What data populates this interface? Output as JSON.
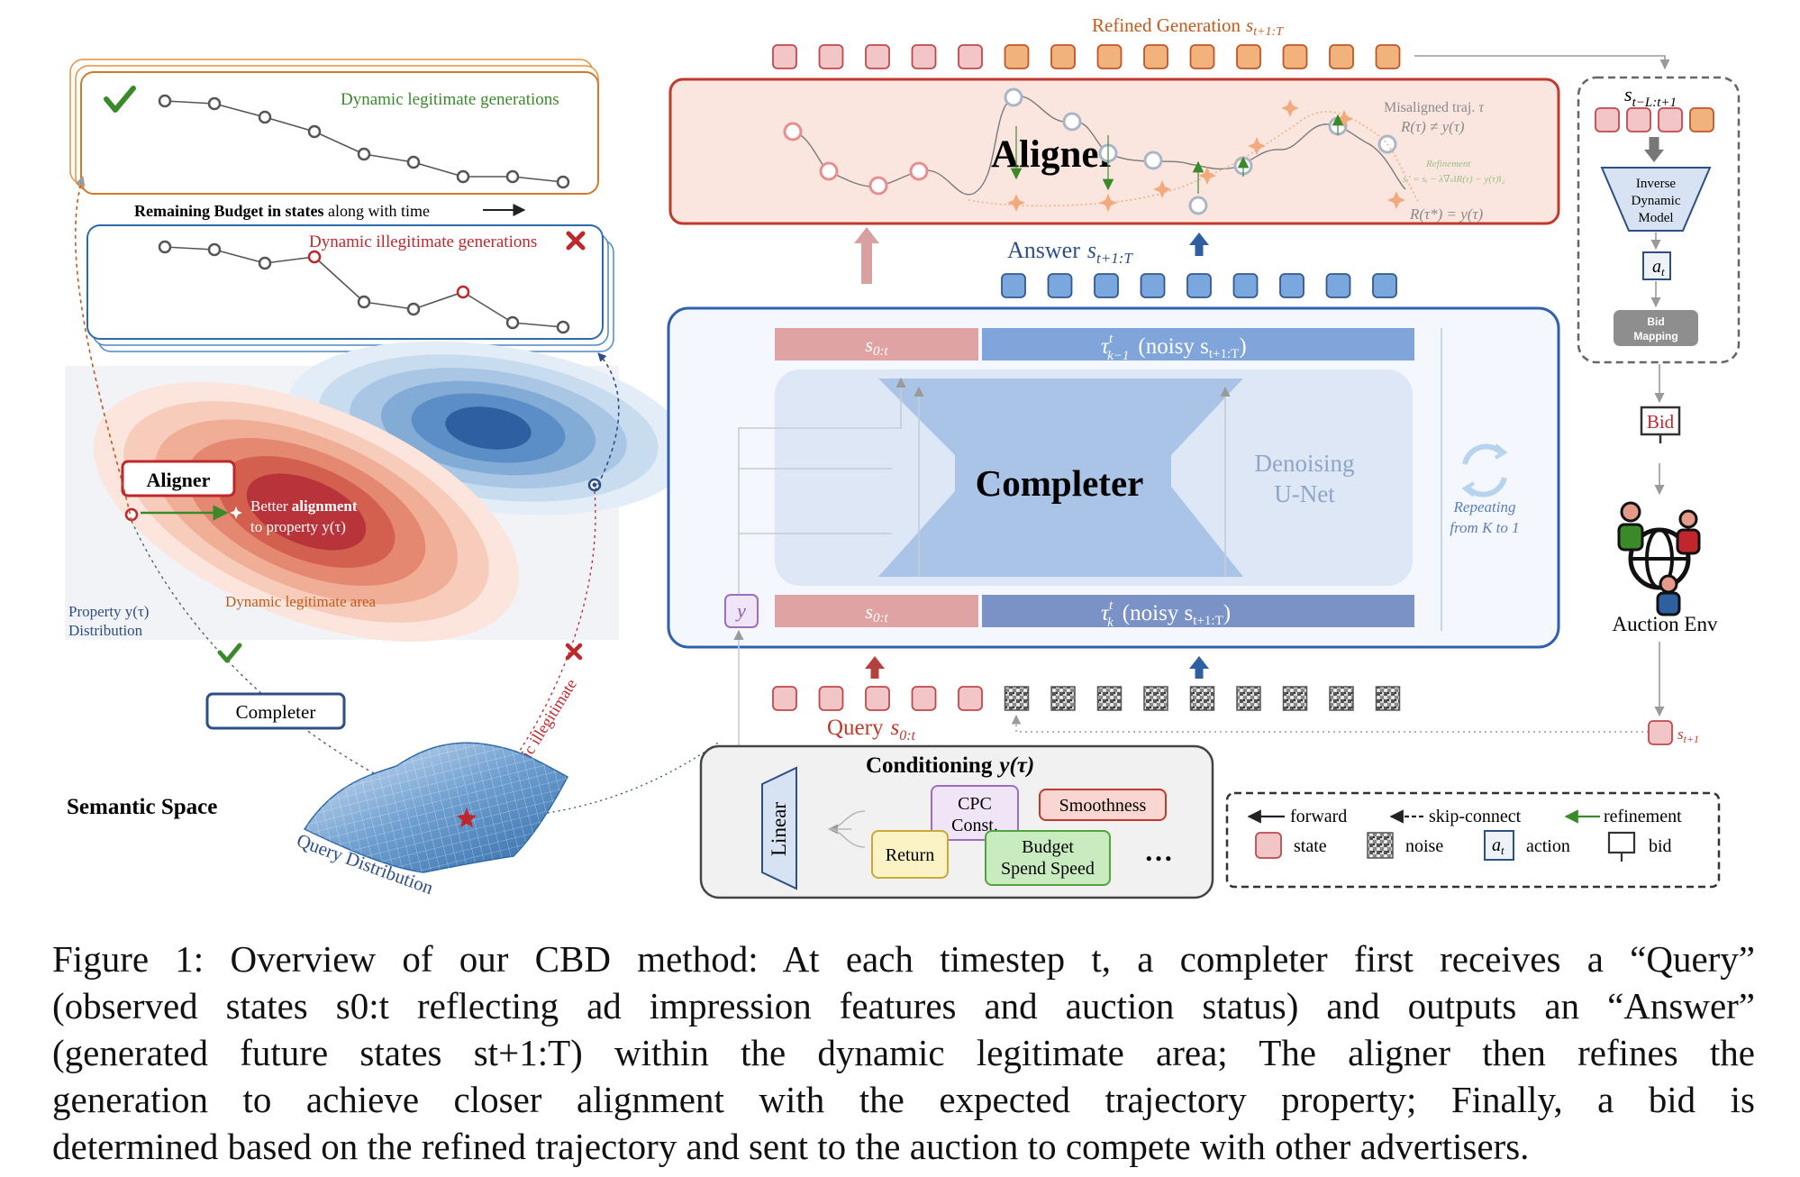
{
  "figure": {
    "refined_title": "Refined Generation",
    "refined_sub": "t+1:T",
    "refined_var": "s",
    "aligner_label": "Aligner",
    "misaligned_line": "Misaligned  traj.",
    "misaligned_tau": "τ",
    "misaligned_eq": "R(τ) ≠ y(τ)",
    "refinement_label": "Refinement",
    "refinement_eq": "sᵢ′ = sᵢ − λ∇ₛ‖R(τ) − y(τ)‖₂",
    "aligned_eq": "R(τ*) = y(τ)",
    "answer_label": "Answer",
    "answer_var": "s",
    "answer_sub": "t+1:T",
    "top_state_label": "s",
    "top_state_sub": "0:t",
    "top_noisy_label": "(noisy s",
    "top_noisy_sub": "t+1:T",
    "top_noisy_close": ")",
    "top_tau": "τ",
    "top_tau_sup": "t",
    "top_tau_sub": "k−1",
    "completer_label": "Completer",
    "unet_line1": "Denoising",
    "unet_line2": "U-Net",
    "repeat_line1": "Repeating",
    "repeat_line2": "from K to 1",
    "bottom_state_label": "s",
    "bottom_state_sub": "0:t",
    "bottom_tau": "τ",
    "bottom_tau_sup": "t",
    "bottom_tau_sub": "k",
    "bottom_noisy_label": "(noisy s",
    "bottom_noisy_sub": "t+1:T",
    "bottom_noisy_close": ")",
    "y_label": "y",
    "query_label": "Query",
    "query_var": "s",
    "query_sub": "0:t",
    "cond_title": "Conditioning",
    "cond_var": "y(τ)",
    "linear_label": "Linear",
    "cpc_line1": "CPC",
    "cpc_line2": "Const.",
    "smoothness": "Smoothness",
    "return_label": "Return",
    "budget_line1": "Budget",
    "budget_line2": "Spend Speed",
    "more": "…",
    "window_var": "s",
    "window_sub": "t−L:t+1",
    "idm_line1": "Inverse",
    "idm_line2": "Dynamic",
    "idm_line3": "Model",
    "action_var": "a",
    "action_sub": "t",
    "bid_map_line1": "Bid",
    "bid_map_line2": "Mapping",
    "bid_label": "Bid",
    "auction_env": "Auction Env",
    "next_state_var": "s",
    "next_state_sub": "t+1",
    "legend": {
      "forward": "forward",
      "skip": "skip-connect",
      "refinement": "refinement",
      "state": "state",
      "noise": "noise",
      "action": "action",
      "bid": "bid"
    },
    "left": {
      "legit_title": "Dynamic legitimate generations",
      "budget_bold": "Remaining Budget in states",
      "budget_rest": " along with time",
      "illegit_title": "Dynamic illegitimate generations",
      "aligner_box": "Aligner",
      "better_line1a": "Better ",
      "better_line1b": "alignment",
      "better_line2": "to property y(τ)",
      "legit_area": "Dynamic legitimate area",
      "property_line1": "Property y(τ)",
      "property_line2": "Distribution",
      "completer_box": "Completer",
      "semantic_space": "Semantic Space",
      "query_dist": "Query Distribution",
      "dyn_illegit": "dynamic illegitimate"
    },
    "colors": {
      "state": "#f2c6c6",
      "state_stroke": "#c0494d",
      "refined": "#f2b27c",
      "refined_stroke": "#c0562a",
      "answer": "#7aa7de",
      "answer_stroke": "#34598f",
      "aligner_fill": "#fbe7df",
      "aligner_stroke": "#c0392b",
      "completer_stroke": "#2f5fb0",
      "green": "#3b8a2a",
      "red": "#c0272d",
      "orange": "#c25a1c"
    }
  },
  "caption": {
    "lines": [
      "Figure 1: Overview of our CBD method: At each timestep t, a completer first receives a “Query”",
      "(observed states s0:t reflecting ad impression features and auction status) and outputs an “Answer”",
      "(generated future states st+1:T) within the dynamic legitimate area; The aligner then refines the",
      "generation to achieve closer alignment with the expected trajectory property; Finally, a bid is",
      "determined based on the refined trajectory and sent to the auction to compete with other advertisers."
    ]
  }
}
